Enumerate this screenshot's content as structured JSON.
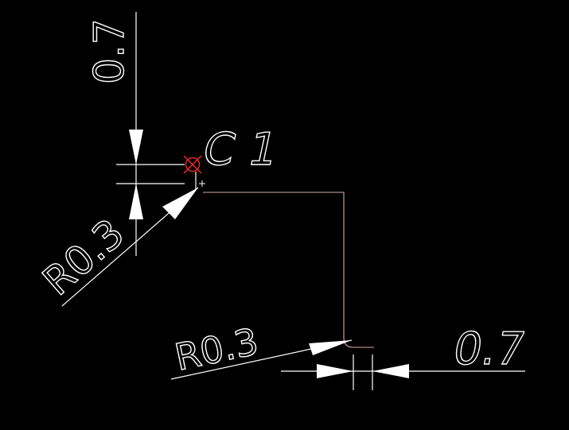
{
  "colors": {
    "background": "#000000",
    "dimension": "#ffffff",
    "profile": "#d9a9a9",
    "marker": "#ff2a2a"
  },
  "labels": {
    "vertical_dim": "0.7",
    "horizontal_dim": "0.7",
    "radius_upper": "R0.3",
    "radius_lower": "R0.3",
    "chamfer": "C 1"
  },
  "icons": {
    "chamfer_marker": "circled-x-marker-icon",
    "cursor": "crosshair-icon"
  }
}
